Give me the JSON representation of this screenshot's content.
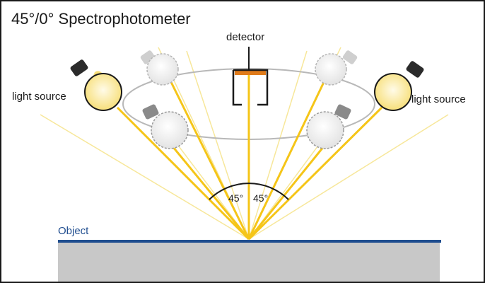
{
  "title": "45°/0° Spectrophotometer",
  "labels": {
    "detector": "detector",
    "light_source_left": "light source",
    "light_source_right": "light source",
    "angle_left": "45°",
    "angle_right": "45°",
    "object": "Object"
  },
  "colors": {
    "ray_bright": "#f5c518",
    "ray_faint": "#f7e79a",
    "object_line": "#1f4d8f",
    "object_fill": "#c8c8c8",
    "detector_sensor": "#e07b1a",
    "bulb_glow": "#fbe9a6",
    "bulb_dim": "#eeeeee"
  }
}
